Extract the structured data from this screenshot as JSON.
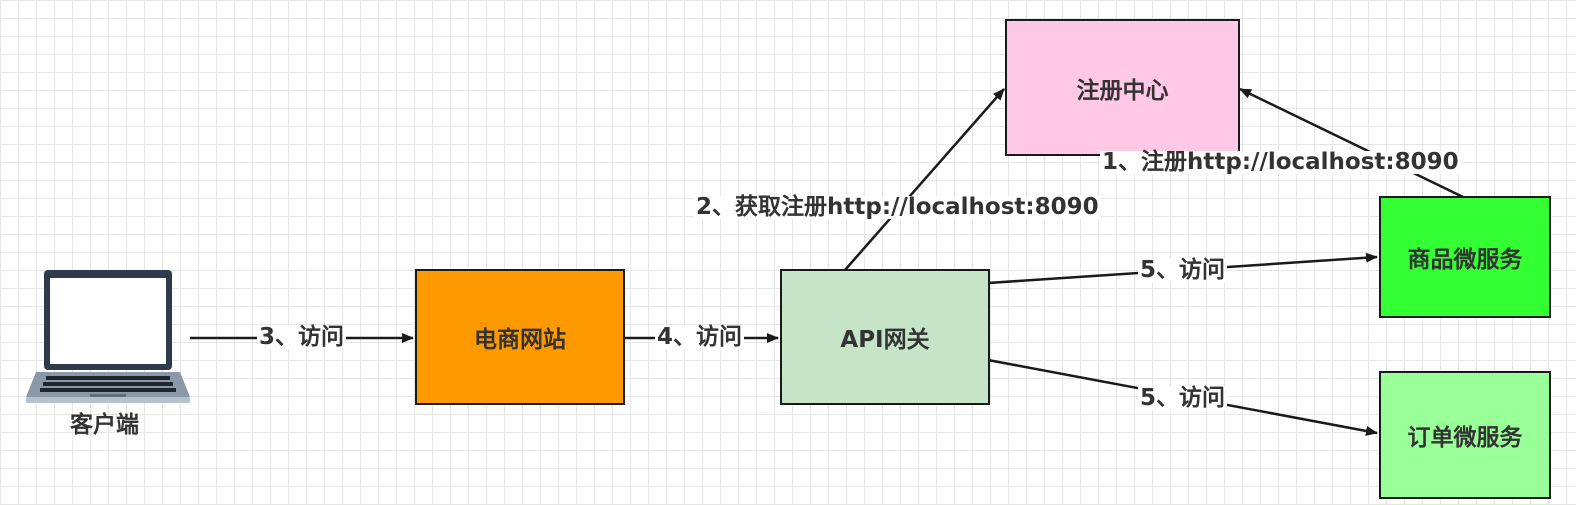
{
  "nodes": {
    "client": {
      "label": "客户端",
      "icon": "laptop-icon"
    },
    "website": {
      "label": "电商网站",
      "color": "#ff9900"
    },
    "gateway": {
      "label": "API网关",
      "color": "#c6e5c8"
    },
    "registry": {
      "label": "注册中心",
      "color": "#ffc8e6"
    },
    "product_service": {
      "label": "商品微服务",
      "color": "#33ff33"
    },
    "order_service": {
      "label": "订单微服务",
      "color": "#99ff99"
    }
  },
  "edges": {
    "register": {
      "label": "1、注册http://localhost:8090"
    },
    "discover": {
      "label": "2、获取注册http://localhost:8090"
    },
    "client_to_website": {
      "label": "3、访问"
    },
    "website_to_gateway": {
      "label": "4、访问"
    },
    "gateway_to_product": {
      "label": "5、访问"
    },
    "gateway_to_order": {
      "label": "5、访问"
    }
  }
}
